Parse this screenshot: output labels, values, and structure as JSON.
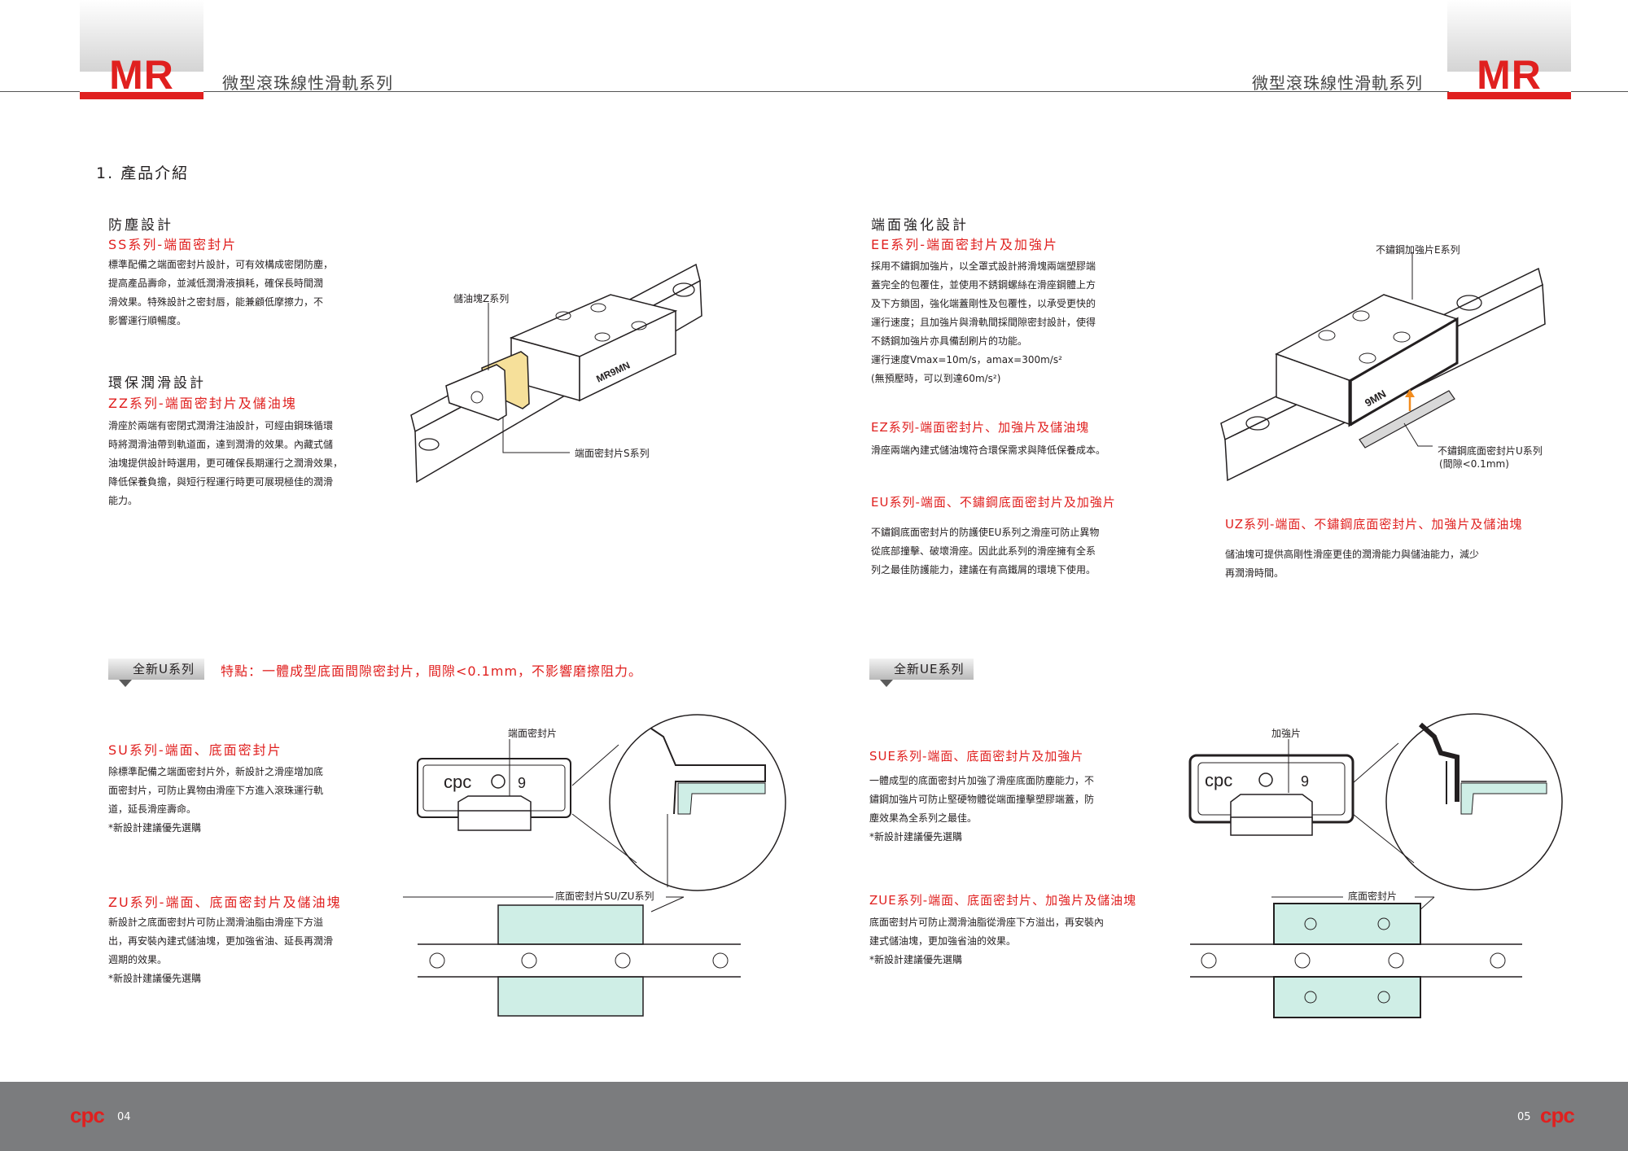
{
  "header": {
    "brand": "MR",
    "series_title": "微型滾珠線性滑軌系列"
  },
  "section_title": "1. 產品介紹",
  "left": {
    "dust": {
      "heading": "防塵設計",
      "title": "SS系列-端面密封片",
      "body": [
        "標準配備之端面密封片設計，可有效構成密閉防塵，",
        "提高產品壽命，並減低潤滑液損耗，確保長時間潤",
        "滑效果。特殊設計之密封唇，能兼顧低摩擦力，不",
        "影響運行順暢度。"
      ]
    },
    "lube": {
      "heading": "環保潤滑設計",
      "title": "ZZ系列-端面密封片及儲油塊",
      "body": [
        "滑座於兩端有密閉式潤滑注油設計，可經由鋼珠循環",
        "時將潤滑油帶到軌道面，達到潤滑的效果。內藏式儲",
        "油塊提供設計時選用，更可確保長期運行之潤滑效果，",
        "降低保養負擔，與短行程運行時更可展現極佳的潤滑",
        "能力。"
      ]
    },
    "fig1": {
      "label_oil": "儲油塊Z系列",
      "label_seal": "端面密封片S系列",
      "block_text": "MR9MN"
    },
    "new_u": {
      "pill": "全新U系列",
      "feature": "特點：一體成型底面間隙密封片，間隙<0.1mm，不影響磨擦阻力。"
    },
    "su": {
      "title": "SU系列-端面、底面密封片",
      "body": [
        "除標準配備之端面密封片外，新設計之滑座增加底",
        "面密封片，可防止異物由滑座下方進入滾珠運行軌",
        "道，延長滑座壽命。"
      ],
      "note": "*新設計建議優先選購"
    },
    "zu": {
      "title": "ZU系列-端面、底面密封片及儲油塊",
      "body": [
        "新設計之底面密封片可防止潤滑油脂由滑座下方溢",
        "出，再安裝內建式儲油塊，更加強省油、延長再潤滑",
        "週期的效果。"
      ],
      "note": "*新設計建議優先選購"
    },
    "fig2": {
      "label_end_seal": "端面密封片",
      "label_bottom_seal": "底面密封片SU/ZU系列",
      "end_cap_text": "cpc",
      "end_cap_size": "9"
    }
  },
  "right": {
    "ee": {
      "heading": "端面強化設計",
      "title": "EE系列-端面密封片及加強片",
      "body": [
        "採用不鏽鋼加強片，以全罩式設計將滑塊兩端塑膠端",
        "蓋完全的包覆住，並使用不銹鋼螺絲在滑座鋼體上方",
        "及下方鎖固，強化端蓋剛性及包覆性，以承受更快的",
        "運行速度；且加強片與滑軌間採間隙密封設計，使得",
        "不銹鋼加強片亦具備刮刷片的功能。",
        "運行速度Vmax=10m/s，amax=300m/s²",
        "(無預壓時，可以到達60m/s²)"
      ]
    },
    "ez": {
      "title": "EZ系列-端面密封片、加強片及儲油塊",
      "body": [
        "滑座兩端內建式儲油塊符合環保需求與降低保養成本。"
      ]
    },
    "eu": {
      "title": "EU系列-端面、不鏽鋼底面密封片及加強片",
      "body": [
        "不鏽鋼底面密封片的防護使EU系列之滑座可防止異物",
        "從底部撞擊、破壞滑座。因此此系列的滑座擁有全系",
        "列之最佳防護能力，建議在有高鐵屑的環境下使用。"
      ]
    },
    "uz": {
      "title": "UZ系列-端面、不鏽鋼底面密封片、加強片及儲油塊",
      "body": [
        "儲油塊可提供高剛性滑座更佳的潤滑能力與儲油能力，減少",
        "再潤滑時間。"
      ]
    },
    "fig1": {
      "label_plate": "不鏽鋼加強片E系列",
      "label_bottom": "不鏽鋼底面密封片U系列",
      "label_gap": "(間隙<0.1mm)",
      "block_text": "9MN"
    },
    "new_ue": {
      "pill": "全新UE系列"
    },
    "sue": {
      "title": "SUE系列-端面、底面密封片及加強片",
      "body": [
        "一體成型的底面密封片加強了滑座底面防塵能力，不",
        "鏽鋼加強片可防止堅硬物體從端面撞擊塑膠端蓋，防",
        "塵效果為全系列之最佳。"
      ],
      "note": "*新設計建議優先選購"
    },
    "zue": {
      "title": "ZUE系列-端面、底面密封片、加強片及儲油塊",
      "body": [
        "底面密封片可防止潤滑油脂從滑座下方溢出，再安裝內",
        "建式儲油塊，更加強省油的效果。"
      ],
      "note": "*新設計建議優先選購"
    },
    "fig2": {
      "label_plate": "加強片",
      "label_bottom_seal": "底面密封片",
      "end_cap_text": "cpc",
      "end_cap_size": "9"
    }
  },
  "footer": {
    "logo": "cpc",
    "page_left": "04",
    "page_right": "05"
  },
  "colors": {
    "accent": "#e0201f",
    "footer_gray": "#7b7c7e",
    "seal_green": "#cfeee6",
    "oil_block": "#f6e09a"
  }
}
